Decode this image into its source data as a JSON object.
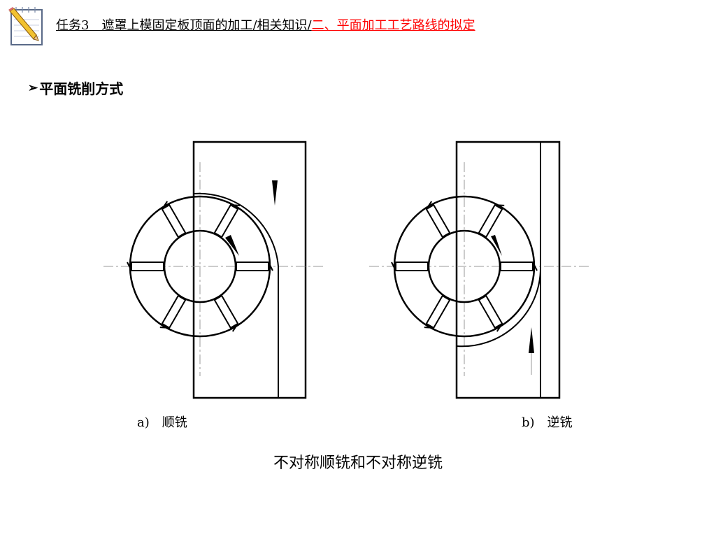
{
  "header": {
    "breadcrumb": "任务3　遮罩上模固定板顶面的加工/相关知识/",
    "current": "二、平面加工工艺路线的拟定"
  },
  "section": {
    "bullet": "➢",
    "title": "平面铣削方式"
  },
  "figures": [
    {
      "id": "a",
      "label": "a)　顺铣"
    },
    {
      "id": "b",
      "label": "b)　逆铣"
    }
  ],
  "caption": "不对称顺铣和不对称逆铣",
  "icons": {
    "logo": "notepad-pencil-icon"
  },
  "colors": {
    "accent": "#ff0000",
    "ink": "#000000"
  }
}
